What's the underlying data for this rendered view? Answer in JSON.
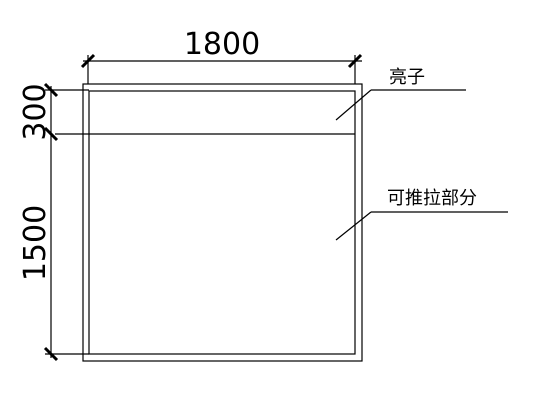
{
  "dimensions": {
    "width_label": "1800",
    "transom_height_label": "300",
    "sliding_height_label": "1500"
  },
  "callouts": {
    "transom": "亮子",
    "sliding": "可推拉部分"
  }
}
